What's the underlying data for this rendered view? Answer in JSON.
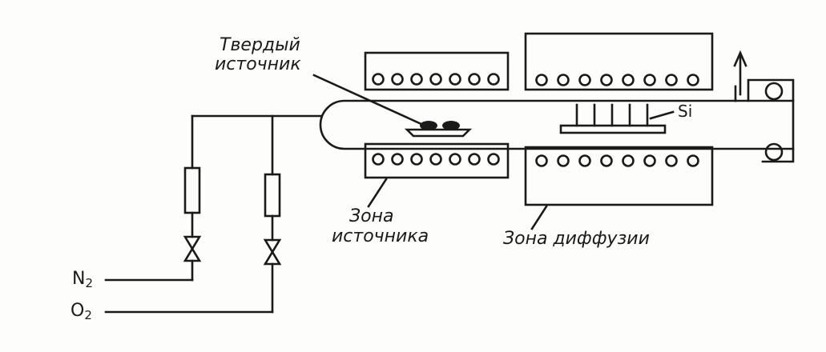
{
  "labels": {
    "solid_source_line1": "Твердый",
    "solid_source_line2": "источник",
    "source_zone_line1": "Зона",
    "source_zone_line2": "источника",
    "diffusion_zone": "Зона  диффузии",
    "silicon": "Si",
    "nitrogen_symbol": "N",
    "nitrogen_subscript": "2",
    "oxygen_symbol": "O",
    "oxygen_subscript": "2"
  },
  "colors": {
    "ink": "#1a1a1a",
    "paper": "#fdfdfb"
  }
}
